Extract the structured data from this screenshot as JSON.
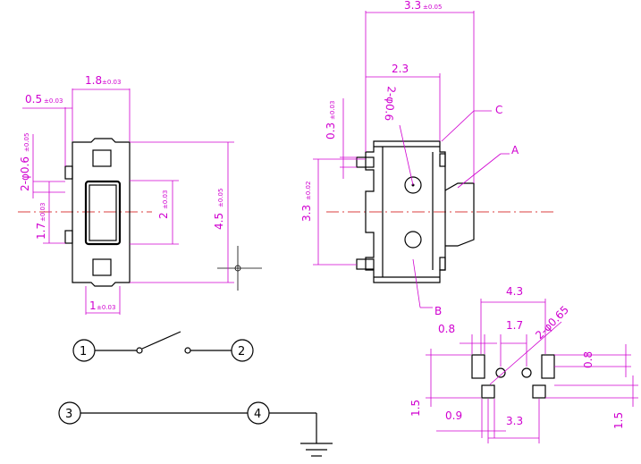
{
  "front_view": {
    "dims": {
      "top_width": "1.8",
      "top_width_tol": "±0.03",
      "left_gap": "0.5",
      "left_gap_tol": "±0.03",
      "holes": "2-φ0.6",
      "holes_tol": "±0.05",
      "left_height": "1.7",
      "left_height_tol": "±0.03",
      "inner_height": "2",
      "inner_height_tol": "±0.03",
      "total_height": "4.5",
      "total_height_tol": "±0.05",
      "bottom_width": "1",
      "bottom_width_tol": "±0.03"
    }
  },
  "side_view": {
    "dims": {
      "total_width": "3.3",
      "total_width_tol": "±0.05",
      "inner_width": "2.3",
      "lead_thickness": "0.3",
      "lead_thickness_tol": "±0.03",
      "hole": "2-φ0.6",
      "body_height": "3.3",
      "body_height_tol": "±0.02"
    },
    "callouts": {
      "a": "A",
      "b": "B",
      "c": "C"
    }
  },
  "schematic": {
    "terminals": [
      "1",
      "2",
      "3",
      "4"
    ]
  },
  "footprint": {
    "dims": {
      "total_width": "4.3",
      "pad_width": "0.8",
      "hole_pitch": "1.7",
      "holes": "2-φ0.65",
      "pad_gap": "0.8",
      "left_height": "1.5",
      "bottom_pad_width": "0.9",
      "bottom_pitch": "3.3",
      "right_height": "1.5"
    }
  }
}
